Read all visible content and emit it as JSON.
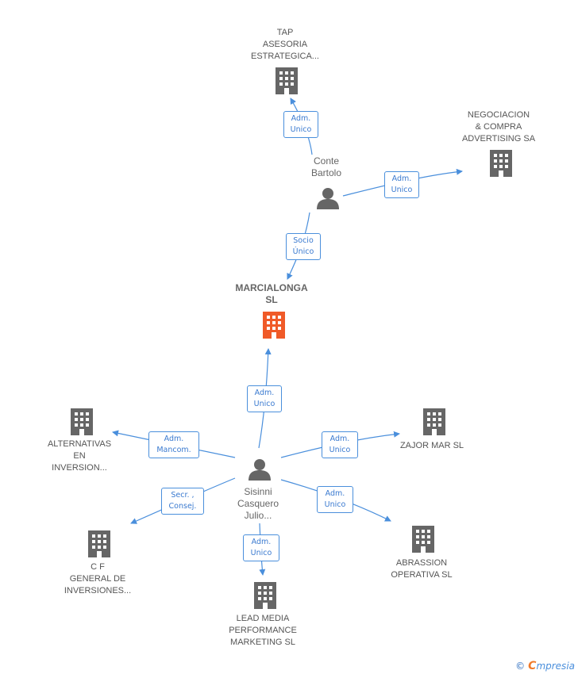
{
  "colors": {
    "edge": "#4a8fdc",
    "company": "#666666",
    "main_company": "#f05a28",
    "person": "#666666"
  },
  "nodes": {
    "tap": {
      "label": "TAP\nASESORIA\nESTRATEGICA..."
    },
    "negociacion": {
      "label": "NEGOCIACION\n& COMPRA\nADVERTISING SA"
    },
    "conte": {
      "label": "Conte\nBartolo"
    },
    "marcialonga": {
      "label": "MARCIALONGA\nSL"
    },
    "alternativas": {
      "label": "ALTERNATIVAS\nEN\nINVERSION..."
    },
    "zajor": {
      "label": "ZAJOR MAR SL"
    },
    "sisinni": {
      "label": "Sisinni\nCasquero\nJulio..."
    },
    "cf": {
      "label": "C F\nGENERAL DE\nINVERSIONES..."
    },
    "abrassion": {
      "label": "ABRASSION\nOPERATIVA SL"
    },
    "leadmedia": {
      "label": "LEAD MEDIA\nPERFORMANCE\nMARKETING SL"
    }
  },
  "edges": {
    "conte_tap": {
      "label": "Adm.\nUnico"
    },
    "conte_negociacion": {
      "label": "Adm.\nUnico"
    },
    "conte_marcialonga": {
      "label": "Socio\nÚnico"
    },
    "sisinni_marcialonga": {
      "label": "Adm.\nUnico"
    },
    "sisinni_alternativas": {
      "label": "Adm.\nMancom."
    },
    "sisinni_zajor": {
      "label": "Adm.\nUnico"
    },
    "sisinni_cf": {
      "label": "Secr. ,\nConsej."
    },
    "sisinni_abrassion": {
      "label": "Adm.\nUnico"
    },
    "sisinni_leadmedia": {
      "label": "Adm.\nUnico"
    }
  },
  "footer": {
    "copyright": "©",
    "brand_initial": "C",
    "brand_rest": "mpresia"
  }
}
